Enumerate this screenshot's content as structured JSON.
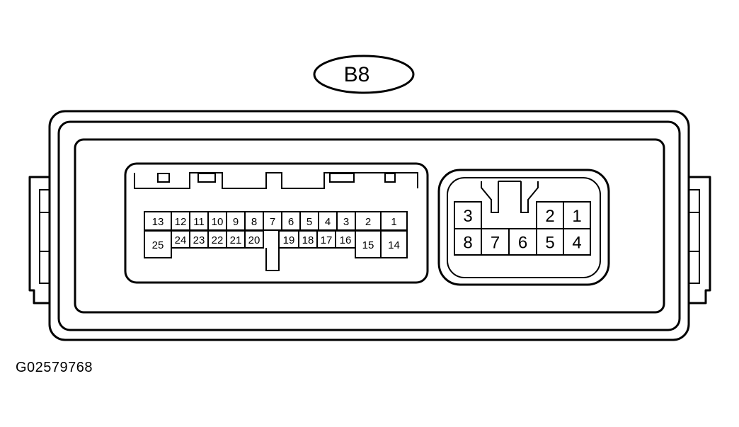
{
  "connector_label": "B8",
  "figure_id": "G02579768",
  "left_connector": {
    "top_row": [
      "13",
      "12",
      "11",
      "10",
      "9",
      "8",
      "7",
      "6",
      "5",
      "4",
      "3",
      "2",
      "1"
    ],
    "bottom_row": [
      "25",
      "24",
      "23",
      "22",
      "21",
      "20",
      "19",
      "18",
      "17",
      "16",
      "15",
      "14"
    ]
  },
  "right_connector": {
    "top_row": [
      "3",
      "2",
      "1"
    ],
    "bottom_row": [
      "8",
      "7",
      "6",
      "5",
      "4"
    ]
  }
}
